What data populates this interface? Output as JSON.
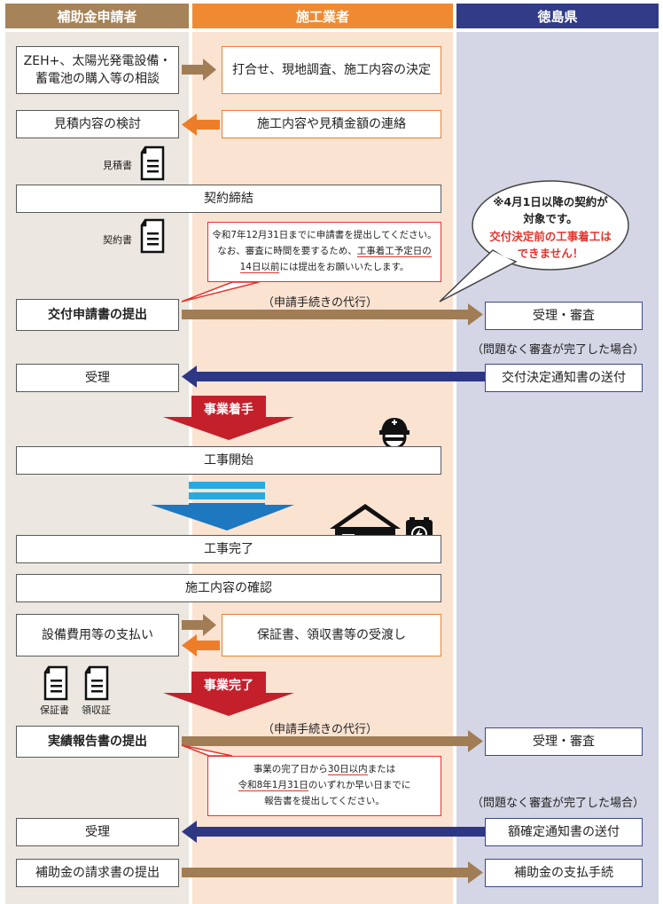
{
  "headers": {
    "applicant": "補助金申請者",
    "contractor": "施工業者",
    "prefecture": "徳島県"
  },
  "steps": {
    "consult": [
      "ZEH+、太陽光発電設備・",
      "蓄電池の購入等の相談"
    ],
    "meeting": "打合せ、現地調査、施工内容の決定",
    "estimate_review": "見積内容の検討",
    "estimate_contact": "施工内容や見積金額の連絡",
    "contract": "契約締結",
    "application_submit": "交付申請書の提出",
    "receive_review_1": "受理・審査",
    "receive_1": "受理",
    "decision_notice": "交付決定通知書の送付",
    "work_start": "工事開始",
    "work_complete": "工事完了",
    "inspection": "施工内容の確認",
    "payment": "設備費用等の支払い",
    "warranty_handover": "保証書、領収書等の受渡し",
    "report_submit": "実績報告書の提出",
    "receive_review_2": "受理・審査",
    "receive_2": "受理",
    "amount_notice": "額確定通知書の送付",
    "claim_submit": "補助金の請求書の提出",
    "payment_procedure": "補助金の支払手続"
  },
  "labels": {
    "estimate_doc": "見積書",
    "contract_doc": "契約書",
    "proxy_1": "（申請手続きの代行）",
    "proxy_2": "（申請手続きの代行）",
    "review_ok_1": "（問題なく審査が完了した場合）",
    "review_ok_2": "（問題なく審査が完了した場合）",
    "warranty_doc": "保証書",
    "receipt_doc": "領収証"
  },
  "banners": {
    "work_start": "事業着手",
    "work_complete": "事業完了"
  },
  "notes": {
    "application": {
      "line1": "令和7年12月31日までに申請書を提出してください。",
      "line2_pre": "なお、審査に時間を要するため、",
      "line2_ul": "工事着工予定日の",
      "line3_ul": "14日以前",
      "line3_post": "には提出をお願いいたします。"
    },
    "report": {
      "line1_pre": "事業の完了日から",
      "line1_ul": "30日以内",
      "line1_post": "または",
      "line2_ul": "令和8年1月31日",
      "line2_post": "のいずれか早い日までに",
      "line3": "報告書を提出してください。"
    }
  },
  "callout": {
    "line1": "※4月1日以降の契約が",
    "line2": "対象です。",
    "line3": "交付決定前の工事着工は",
    "line4": "できません！"
  },
  "colors": {
    "applicant_header": "#a68358",
    "contractor_header": "#ef8a33",
    "prefecture_header": "#313b87",
    "applicant_lane": "#ece7e0",
    "contractor_lane": "#fbe3d2",
    "prefecture_lane": "#d4d6e6",
    "brown_arrow": "#a17d55",
    "orange_arrow": "#ee7d29",
    "navy_arrow": "#2e3784",
    "red_arrow": "#c3202c",
    "blue_arrow": "#1d78bf",
    "alert_red": "#e3352d"
  }
}
